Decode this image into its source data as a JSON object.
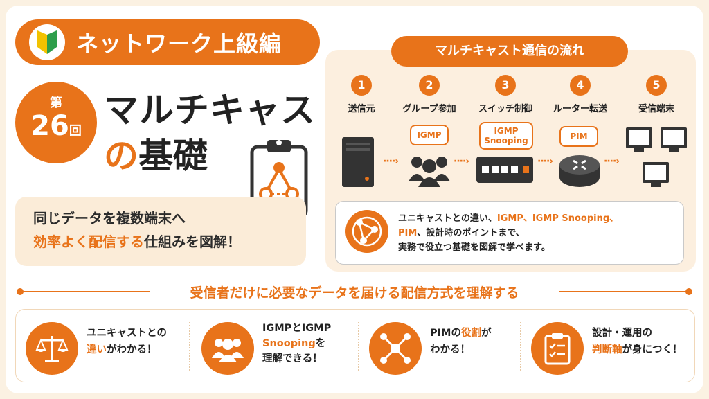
{
  "series_label": "ネットワーク上級編",
  "episode": {
    "prefix": "第",
    "number": "26",
    "suffix": "回"
  },
  "title": {
    "line1": "マルチキャスト",
    "line2_no": "の",
    "line2_rest": "基礎"
  },
  "description": {
    "line1": "同じデータを複数端末へ",
    "line2_highlight": "効率よく配信する",
    "line2_rest": "仕組みを図解！"
  },
  "flow": {
    "title": "マルチキャスト通信の流れ",
    "steps": [
      {
        "num": "1",
        "label": "送信元"
      },
      {
        "num": "2",
        "label": "グループ参加"
      },
      {
        "num": "3",
        "label": "スイッチ制御"
      },
      {
        "num": "4",
        "label": "ルーター転送"
      },
      {
        "num": "5",
        "label": "受信端末"
      }
    ],
    "protocols": {
      "igmp": "IGMP",
      "snooping_l1": "IGMP",
      "snooping_l2": "Snooping",
      "pim": "PIM"
    }
  },
  "info": {
    "l1_a": "ユニキャストとの違い、",
    "l1_b": "IGMP、IGMP Snooping、",
    "l2_a": "PIM",
    "l2_b": "、設計時のポイントまで、",
    "l3": "実務で役立つ基礎を図解で学べます。"
  },
  "tagline": "受信者だけに必要なデータを届ける配信方式を理解する",
  "benefits": {
    "b1": {
      "l1": "ユニキャストとの",
      "hl": "違い",
      "l2": "がわかる！"
    },
    "b2": {
      "l1": "IGMPとIGMP",
      "hl": "Snooping",
      "l2a": "を",
      "l3": "理解できる！"
    },
    "b3": {
      "l1a": "PIMの",
      "hl": "役割",
      "l1b": "が",
      "l2": "わかる！"
    },
    "b4": {
      "l1": "設計・運用の",
      "hl": "判断軸",
      "l2": "が身につく！"
    }
  },
  "colors": {
    "accent": "#e8731a",
    "background": "#fbf1e2",
    "panel": "#fcefdf"
  }
}
